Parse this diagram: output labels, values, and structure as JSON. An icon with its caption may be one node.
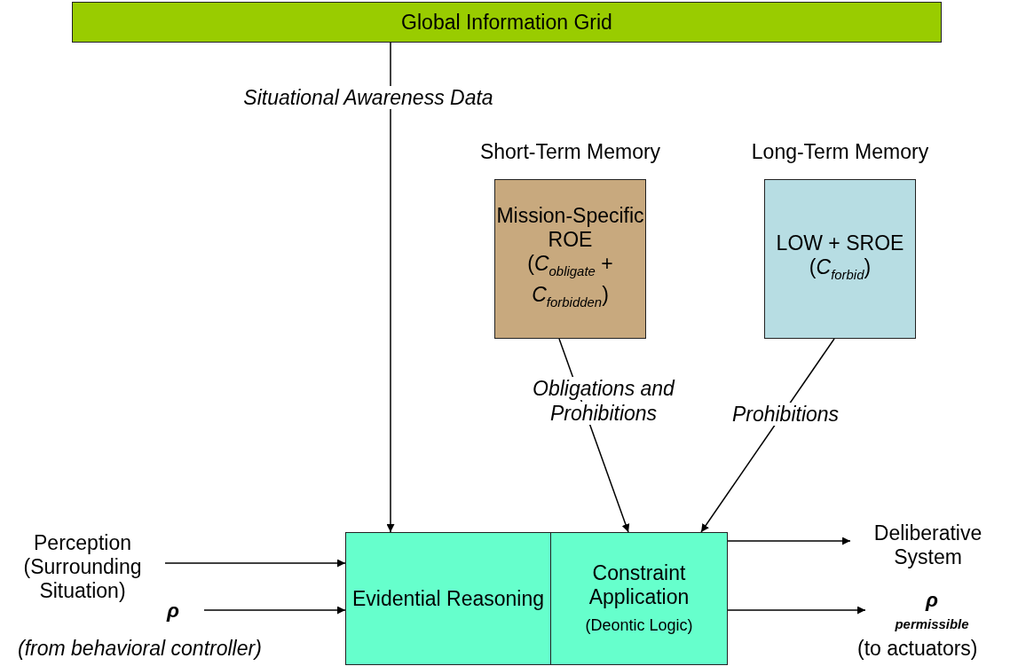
{
  "diagram": {
    "nodes": [
      {
        "text": [
          "Global Information Grid"
        ]
      },
      {
        "text": [
          "Short-Term Memory",
          "Mission-Specific ROE",
          "(*C*$_{obligate}$ + *C*$_{forbidden}$)"
        ]
      },
      {
        "text": [
          "Long-Term Memory",
          "LOW + SROE",
          "(*C*$_{forbid}$)"
        ]
      },
      {
        "text": [
          "Evidential Reasoning"
        ]
      },
      {
        "text": [
          "Constraint Application",
          "(Deontic Logic)"
        ]
      },
      {
        "text": [
          "Perception (Surrounding Situation)"
        ]
      },
      {
        "text": [
          "ρ"
        ],
        "beside": [
          "(from behavioral controller)"
        ]
      },
      {
        "text": [
          "Deliberative System"
        ]
      },
      {
        "text": [
          "ρ$_{permissible}$"
        ],
        "beside": [
          "(to actuators)"
        ]
      }
    ],
    "edges": [
      {
        "from": 0,
        "to": 3,
        "arrow": "to",
        "label": "Situational Awareness Data"
      },
      {
        "from": 1,
        "to": 4,
        "arrow": "to",
        "label": "Obligations and Prohibitions"
      },
      {
        "from": 2,
        "to": 4,
        "arrow": "to",
        "label": "Prohibitions"
      },
      {
        "from": 5,
        "to": 3,
        "arrow": "to"
      },
      {
        "from": 6,
        "to": 3,
        "arrow": "to"
      },
      {
        "from": 4,
        "to": 7,
        "arrow": "to"
      },
      {
        "from": 4,
        "to": 8,
        "arrow": "to"
      }
    ]
  }
}
